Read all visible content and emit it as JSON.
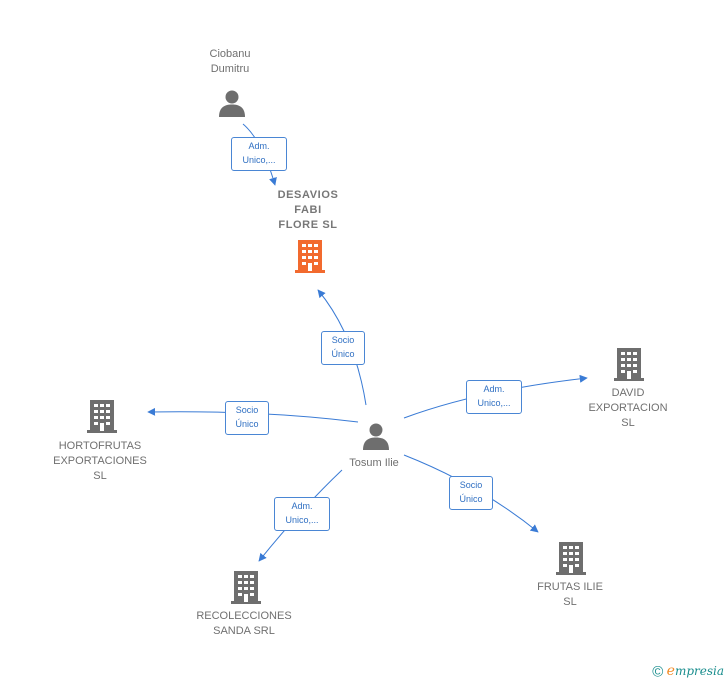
{
  "nodes": {
    "ciobanu": {
      "label": "Ciobanu\nDumitru"
    },
    "desavios": {
      "label": "DESAVIOS\nFABI\nFLORE  SL"
    },
    "tosum": {
      "label": "Tosum Ilie"
    },
    "david": {
      "label": "DAVID\nEXPORTACION\nSL"
    },
    "hortofrutas": {
      "label": "HORTOFRUTAS\nEXPORTACIONES\nSL"
    },
    "frutas": {
      "label": "FRUTAS ILIE\nSL"
    },
    "recolecciones": {
      "label": "RECOLECCIONES\nSANDA SRL"
    }
  },
  "edges": {
    "ciobanu_desavios": "Adm.\nUnico,...",
    "tosum_desavios": "Socio\nÚnico",
    "tosum_david": "Adm.\nUnico,...",
    "tosum_hortofrutas": "Socio\nÚnico",
    "tosum_frutas": "Socio\nÚnico",
    "tosum_recolecciones": "Adm.\nUnico,..."
  },
  "colors": {
    "edge": "#3a7bd5",
    "person_icon": "#6e6e6e",
    "building_icon": "#6e6e6e",
    "highlight_building": "#f26a2e"
  },
  "footer": {
    "copyright": "©",
    "brand_initial": "e",
    "brand_rest": "mpresia"
  }
}
